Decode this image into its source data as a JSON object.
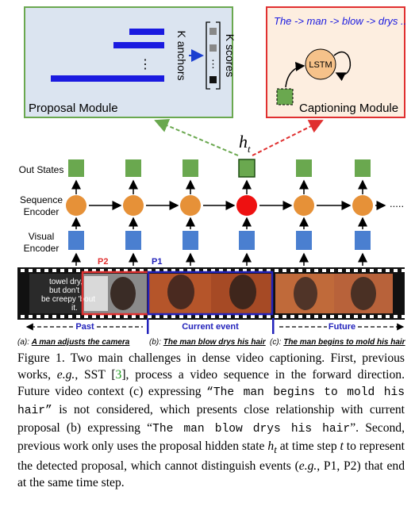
{
  "figure": {
    "proposal_module_label": "Proposal Module",
    "k_anchors_label": "K anchors",
    "k_scores_label": "K scores",
    "ellipsis": "⋮",
    "caption_sentence": "The -> man -> blow -> drys ..",
    "lstm_label": "LSTM",
    "captioning_module_label": "Captioning Module",
    "ht_label": "h",
    "ht_sub": "t",
    "row_labels": {
      "out_states": "Out States",
      "sequence_encoder_1": "Sequence",
      "sequence_encoder_2": "Encoder",
      "visual_encoder_1": "Visual",
      "visual_encoder_2": "Encoder"
    },
    "trailing_dots": ".....",
    "p2_label": "P2",
    "p1_label": "P1",
    "frame_text": [
      "towel dry,",
      "but don't",
      "be creepy 'bout",
      "it."
    ],
    "timeline": {
      "past": "Past",
      "current": "Current event",
      "future": "Future"
    },
    "sub_a_prefix": "(a): ",
    "sub_a_text": "A man adjusts the camera",
    "sub_b_prefix": "(b): ",
    "sub_b_text": "The man blow drys his hair",
    "sub_c_prefix": "(c): ",
    "sub_c_text": "The man begins to mold his hair",
    "colors": {
      "green_box": "#6aa84f",
      "orange_node": "#e69138",
      "red_node": "#ee1111",
      "blue_node": "#4a7fd0",
      "module_bg": "#dbe4f0",
      "red_border": "#e03030",
      "blue_border": "#2222bb"
    }
  },
  "caption": {
    "c1": "Figure 1. Two main challenges in dense video captioning. First, previous works, ",
    "c2": "e.g.",
    "c3": ", SST [",
    "c4": "3",
    "c5": "], process a video sequence in the forward direction. Future video context (c) expressing ",
    "c6": "“The man begins to mold his hair”",
    "c7": " is not considered, which presents close relationship with current proposal (b) expressing “",
    "c8": "The man blow drys his hair",
    "c9": "”. Second, previous work only uses the proposal hidden state ",
    "c10": "h",
    "c11": "t",
    "c12": " at time step ",
    "c13": "t",
    "c14": " to represent the detected proposal, which cannot distinguish events (",
    "c15": "e.g.",
    "c16": ", P1, P2) that end at the same time step."
  }
}
